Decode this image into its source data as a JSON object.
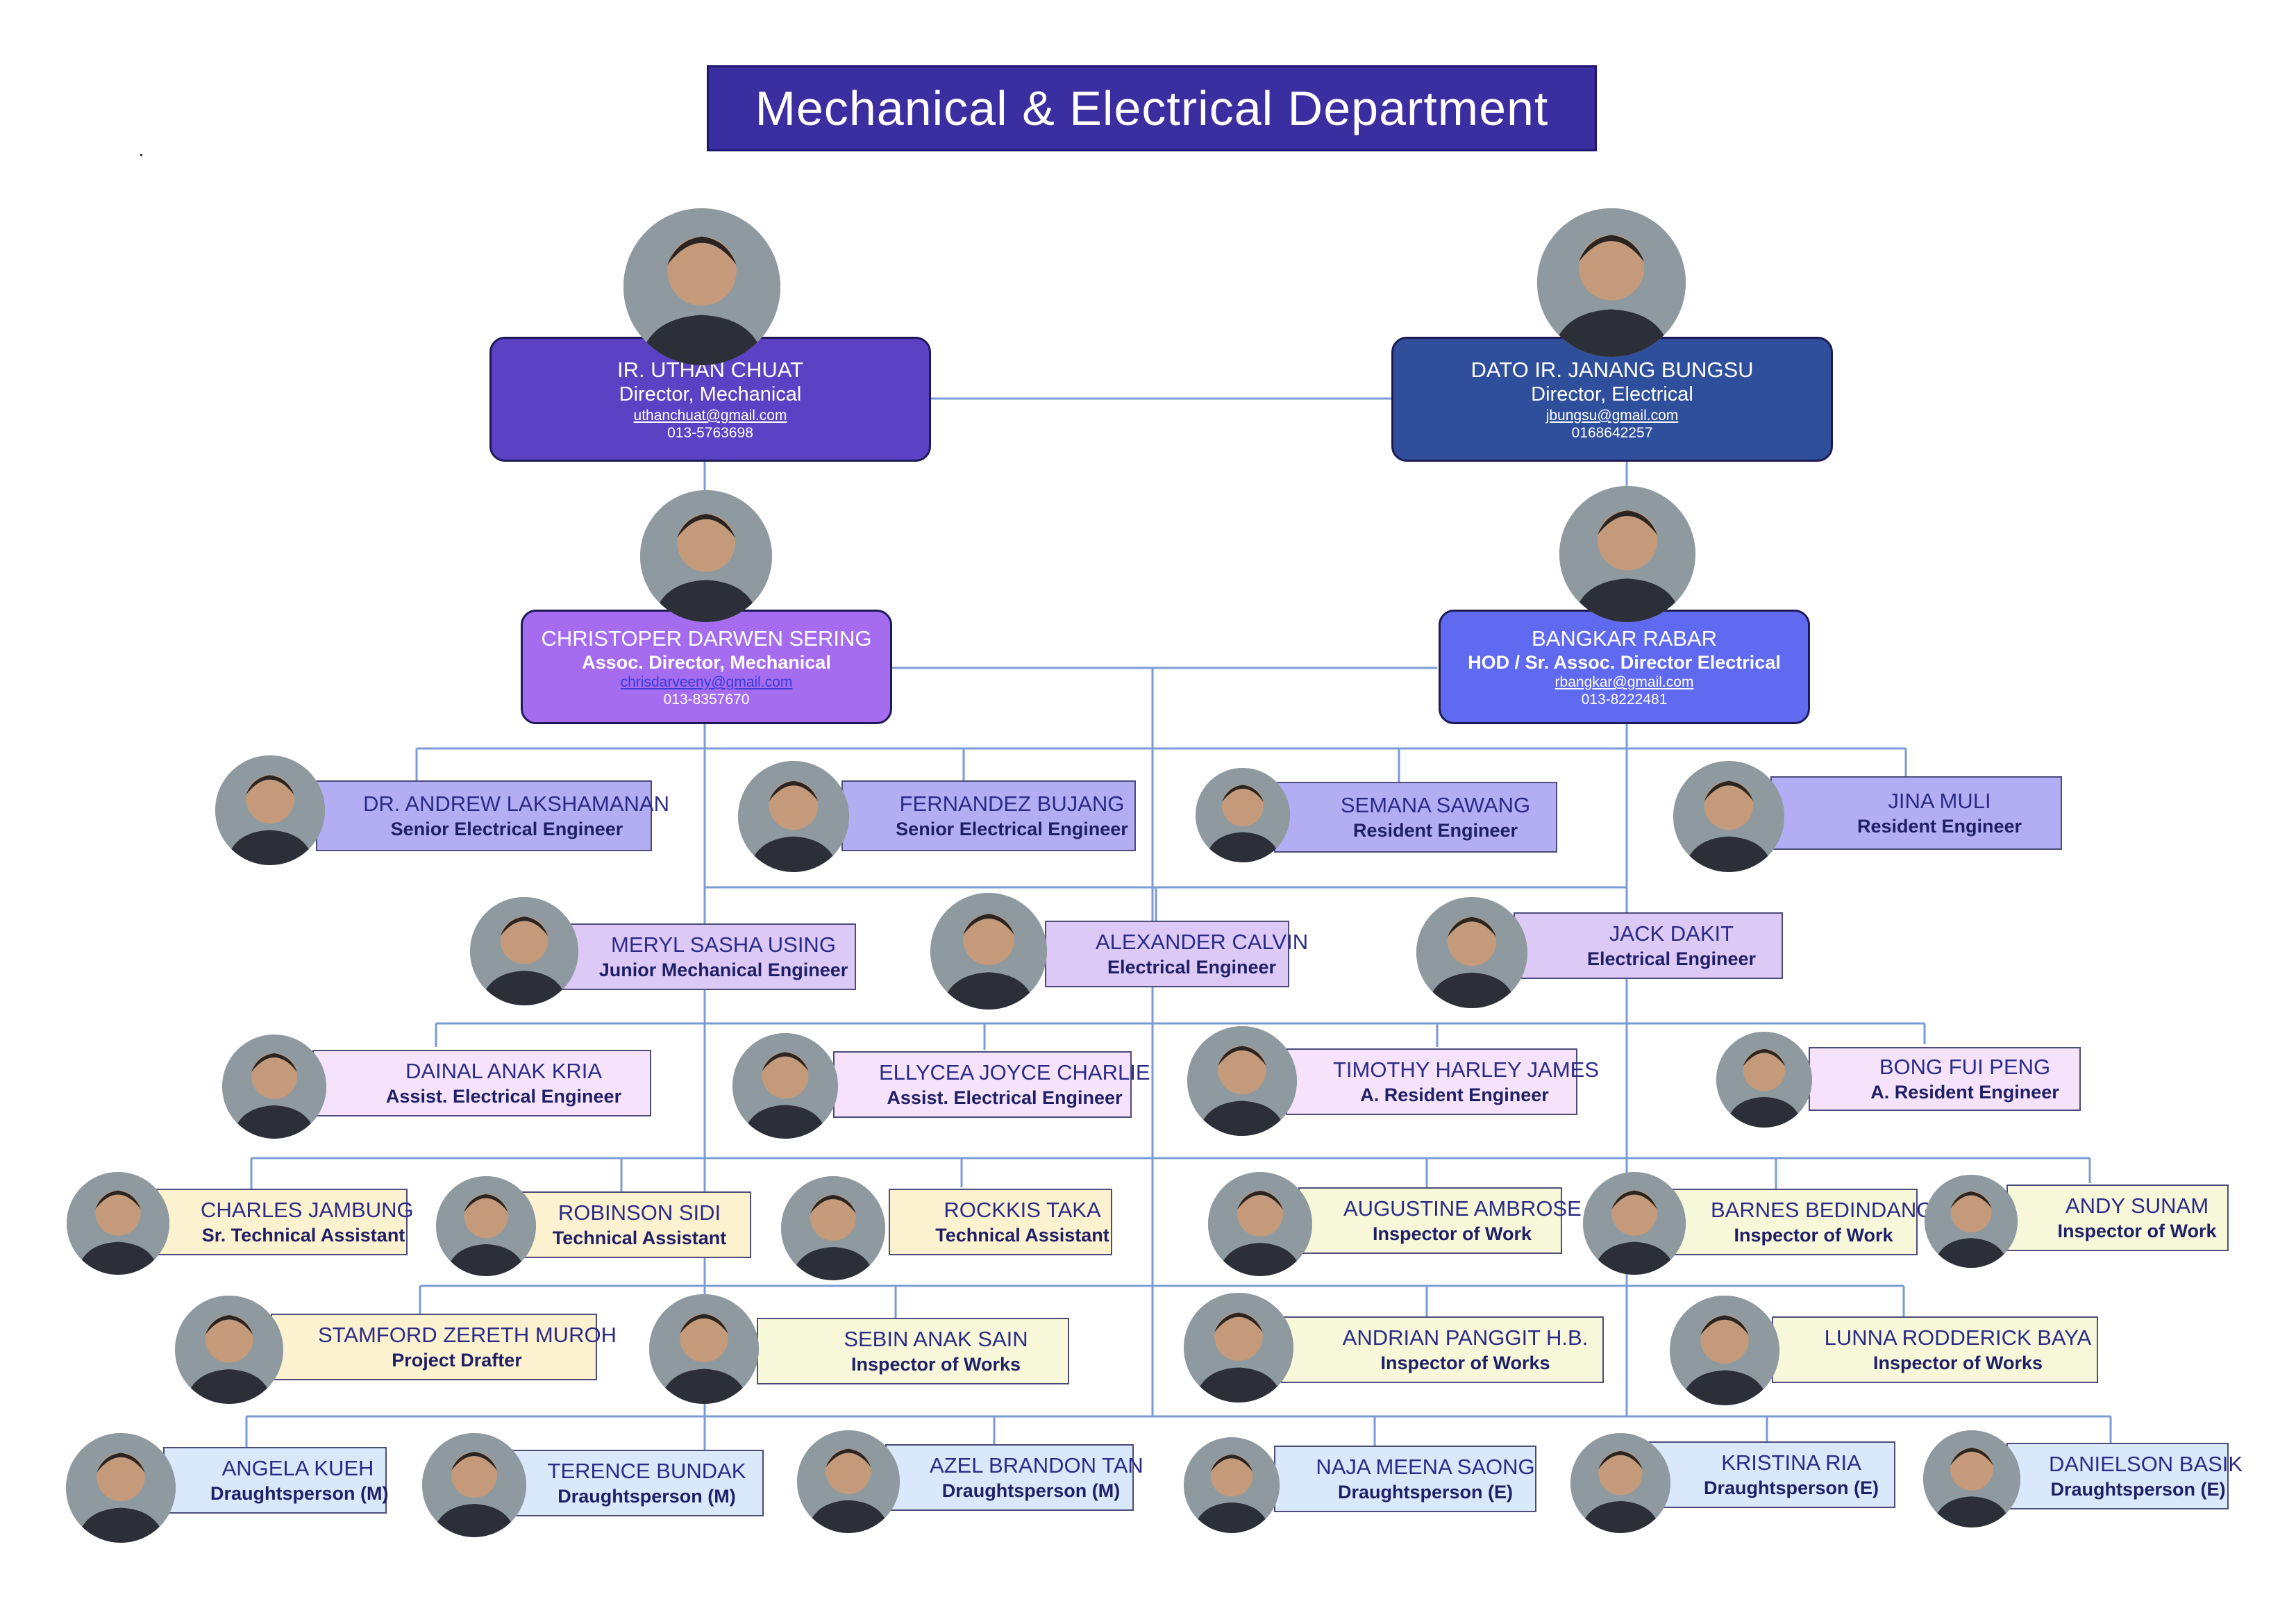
{
  "title": "Mechanical & Electrical Department",
  "colors": {
    "line": "#7a9bd6",
    "title_bg": "#3a2ea0",
    "director_mech": "#5b41c4",
    "director_elec": "#2f4f9d",
    "assoc_mech": "#a66cf0",
    "assoc_elec": "#5f6af0",
    "senior_tier": "#b3aef4",
    "engineer_tier": "#ddc9f6",
    "assistant_engineer_tier": "#f6e3fb",
    "technical_tier": "#fdf2cf",
    "inspector_tier": "#f7f8da",
    "draughtsperson_tier": "#d9e8fb"
  },
  "directors": [
    {
      "name": "IR. UTHAN CHUAT",
      "position": "Director, Mechanical",
      "email": "uthanchuat@gmail.com",
      "phone": "013-5763698"
    },
    {
      "name": "DATO IR. JANANG BUNGSU",
      "position": "Director, Electrical",
      "email": "jbungsu@gmail.com",
      "phone": "0168642257"
    }
  ],
  "associates": [
    {
      "name": "CHRISTOPER DARWEN SERING",
      "position": "Assoc. Director, Mechanical",
      "email": "chrisdarveeny@gmail.com",
      "phone": "013-8357670"
    },
    {
      "name": "BANGKAR RABAR",
      "position": "HOD / Sr. Assoc. Director Electrical",
      "email": "rbangkar@gmail.com",
      "phone": "013-8222481"
    }
  ],
  "staff": [
    {
      "name": "DR. ANDREW LAKSHAMANAN",
      "position": "Senior Electrical Engineer"
    },
    {
      "name": "FERNANDEZ BUJANG",
      "position": "Senior Electrical Engineer"
    },
    {
      "name": "SEMANA SAWANG",
      "position": "Resident Engineer"
    },
    {
      "name": "JINA MULI",
      "position": "Resident Engineer"
    },
    {
      "name": "MERYL SASHA USING",
      "position": "Junior Mechanical Engineer"
    },
    {
      "name": "ALEXANDER CALVIN",
      "position": "Electrical Engineer"
    },
    {
      "name": "JACK DAKIT",
      "position": "Electrical Engineer"
    },
    {
      "name": "DAINAL ANAK KRIA",
      "position": "Assist. Electrical Engineer"
    },
    {
      "name": "ELLYCEA JOYCE CHARLIE",
      "position": "Assist. Electrical Engineer"
    },
    {
      "name": "TIMOTHY HARLEY JAMES",
      "position": "A. Resident Engineer"
    },
    {
      "name": "BONG FUI PENG",
      "position": "A. Resident Engineer"
    },
    {
      "name": "CHARLES JAMBUNG",
      "position": "Sr. Technical Assistant"
    },
    {
      "name": "ROBINSON SIDI",
      "position": "Technical Assistant"
    },
    {
      "name": "ROCKKIS TAKA",
      "position": "Technical Assistant"
    },
    {
      "name": "AUGUSTINE AMBROSE",
      "position": "Inspector of Work"
    },
    {
      "name": "BARNES BEDINDANG",
      "position": "Inspector of Work"
    },
    {
      "name": "ANDY SUNAM",
      "position": "Inspector of Work"
    },
    {
      "name": "STAMFORD ZERETH MUROH",
      "position": "Project Drafter"
    },
    {
      "name": "SEBIN ANAK SAIN",
      "position": "Inspector of Works"
    },
    {
      "name": "ANDRIAN PANGGIT H.B.",
      "position": "Inspector of Works"
    },
    {
      "name": "LUNNA RODDERICK BAYA",
      "position": "Inspector of Works"
    },
    {
      "name": "ANGELA KUEH",
      "position": "Draughtsperson (M)"
    },
    {
      "name": "TERENCE BUNDAK",
      "position": "Draughtsperson (M)"
    },
    {
      "name": "AZEL BRANDON TAN",
      "position": "Draughtsperson (M)"
    },
    {
      "name": "NAJA MEENA SAONG",
      "position": "Draughtsperson (E)"
    },
    {
      "name": "KRISTINA RIA",
      "position": "Draughtsperson (E)"
    },
    {
      "name": "DANIELSON BASIK",
      "position": "Draughtsperson (E)"
    }
  ]
}
